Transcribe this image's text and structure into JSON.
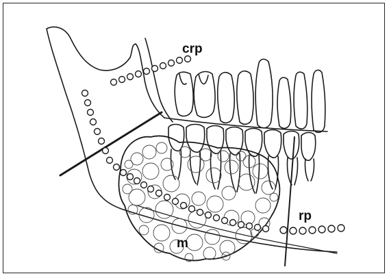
{
  "labels": {
    "crp": "crp",
    "rp": "rp",
    "m": "m"
  },
  "colors": {
    "line": "#1a1a1a",
    "background": "#ffffff"
  }
}
